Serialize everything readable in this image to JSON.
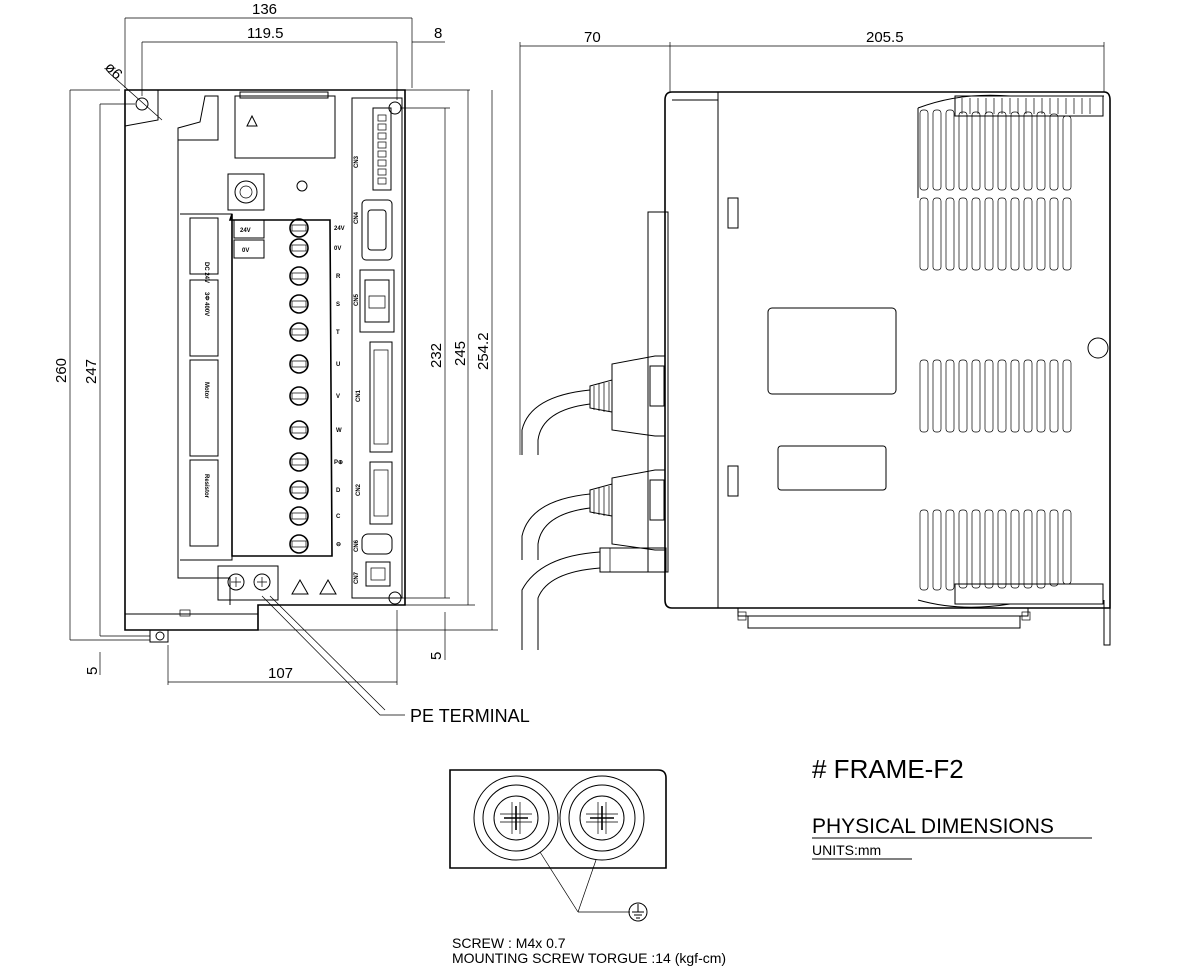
{
  "dimensions": {
    "top_overall_width": "136",
    "top_hole_span": "119.5",
    "top_offset": "8",
    "hole_diameter": "ø6",
    "left_overall_height": "260",
    "left_hole_height": "247",
    "right_232": "232",
    "right_245": "245",
    "right_254": "254.2",
    "bottom_left_5": "5",
    "bottom_right_5": "5",
    "bottom_width": "107",
    "side_depth_70": "70",
    "side_depth_205": "205.5"
  },
  "front_labels": {
    "dc24v": "DC 24V",
    "v24": "24V",
    "v0": "0V",
    "ac400v": "3Ф 400V",
    "motor": "Motor",
    "resistor": "Resistor",
    "terminals": [
      "24V",
      "0V",
      "R",
      "S",
      "T",
      "U",
      "V",
      "W",
      "P⊕",
      "D",
      "C",
      "⊖"
    ],
    "ports": [
      "CN3",
      "CN4",
      "CN5",
      "CN1",
      "CN2",
      "CN6",
      "CN7"
    ]
  },
  "callouts": {
    "pe_terminal": "PE TERMINAL",
    "frame": "# FRAME-F2",
    "physical_dimensions": "PHYSICAL  DIMENSIONS",
    "units": "UNITS:mm",
    "screw": "SCREW : M4x 0.7",
    "torque": "MOUNTING SCREW TORGUE :14 (kgf-cm)"
  }
}
